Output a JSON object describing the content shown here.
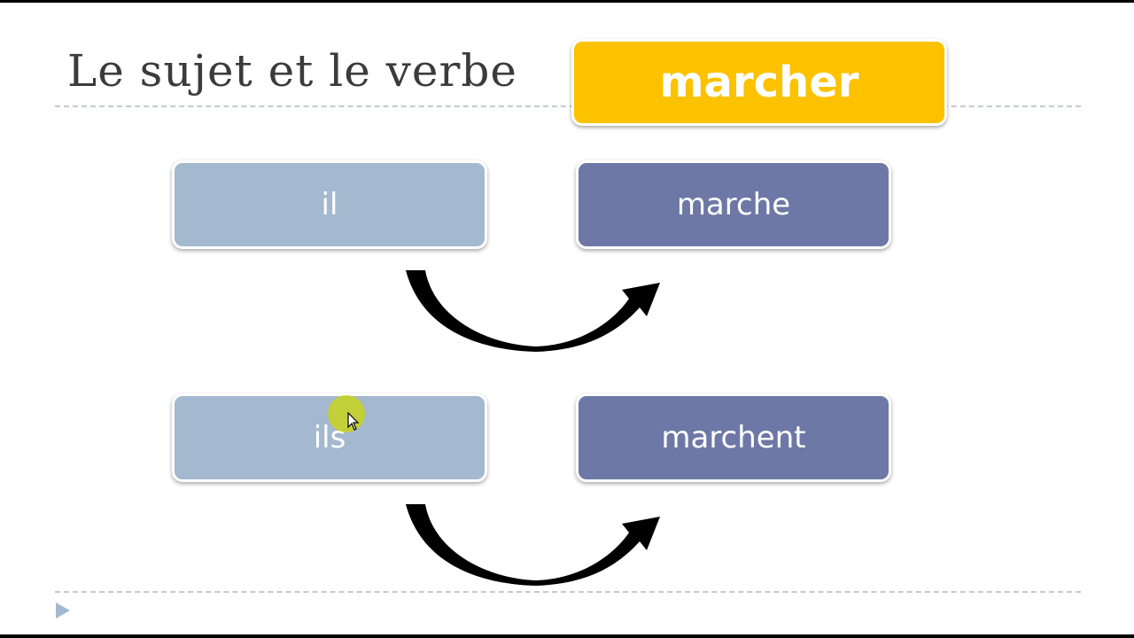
{
  "slide": {
    "title": "Le sujet et le verbe",
    "infinitive": "marcher",
    "rows": [
      {
        "subject": "il",
        "conjugation": "marche"
      },
      {
        "subject": "ils",
        "conjugation": "marchent"
      }
    ]
  },
  "colors": {
    "infinitive_box": "#fcc200",
    "subject_box": "#a4b8d0",
    "verb_box": "#6e78a6",
    "title_text": "#3b3b3b"
  },
  "icons": [
    "curved-arrow-icon",
    "mouse-cursor-icon",
    "play-triangle-icon"
  ]
}
